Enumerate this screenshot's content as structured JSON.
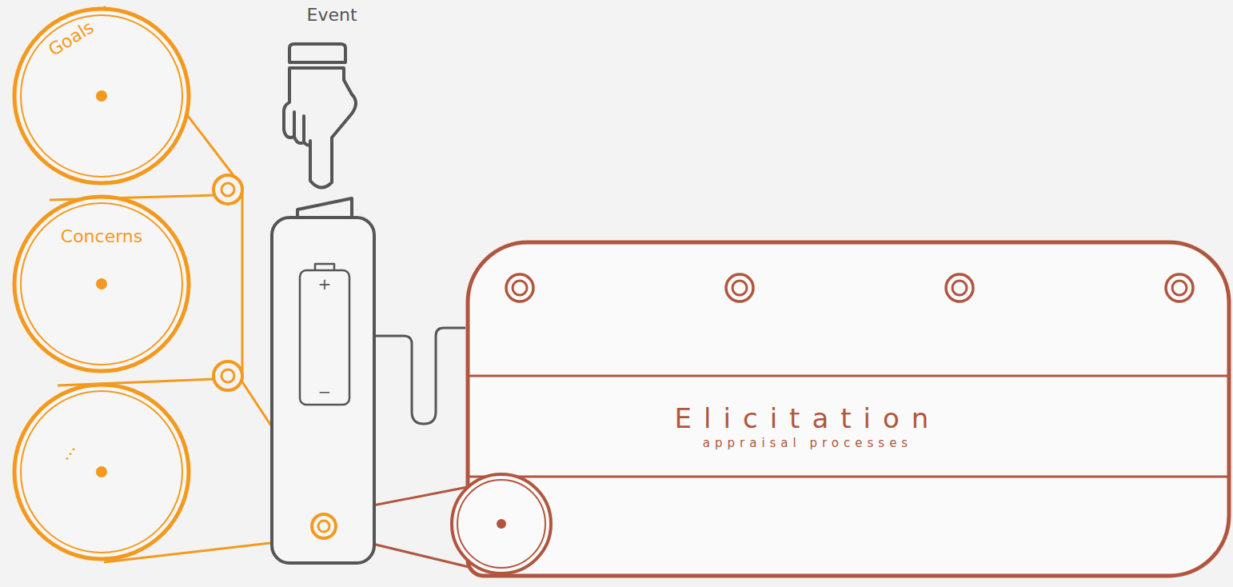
{
  "diagram": {
    "nodes": [
      {
        "text": [
          "Goals"
        ]
      },
      {
        "text": [
          "Concerns"
        ]
      },
      {
        "text": [
          "..."
        ]
      },
      {
        "text": [
          "Elicitation",
          "appraisal processes"
        ]
      }
    ],
    "labels": [
      "Event",
      "+",
      "−"
    ]
  }
}
